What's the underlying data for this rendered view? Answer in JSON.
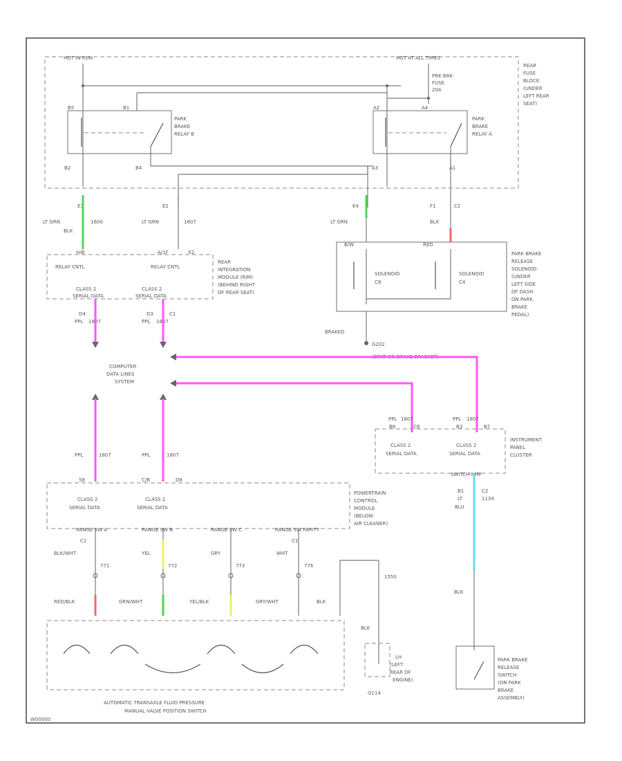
{
  "colors": {
    "green": "#4cd64c",
    "pink": "#ff55ff",
    "cyan": "#66dde6",
    "yellow": "#eef05a",
    "red": "#ee6a66",
    "line": "#7a7a7a"
  },
  "labels": {
    "hot_in_run": "HOT IN RUN",
    "hot_at_all_times": "HOT AT ALL TIMES",
    "fuse_line1": "PRK BRK",
    "fuse_line2": "FUSE",
    "fuse_line3": "20A",
    "rear_fuse_1": "REAR",
    "rear_fuse_2": "FUSE",
    "rear_fuse_3": "BLOCK",
    "rear_fuse_4": "(UNDER",
    "rear_fuse_5": "LEFT REAR",
    "rear_fuse_6": "SEAT)",
    "relay_b_1": "PARK",
    "relay_b_2": "BRAKE",
    "relay_b_3": "RELAY B",
    "relay_a_1": "PARK",
    "relay_a_2": "BRAKE",
    "relay_a_3": "RELAY A",
    "pin_b5": "B5",
    "pin_b1": "B1",
    "pin_b2": "B2",
    "pin_b4": "B4",
    "pin_a1": "A1",
    "pin_a2": "A2",
    "pin_a3": "A3",
    "pin_a4": "A4",
    "pin_e1": "E1",
    "pin_e2": "E2",
    "pin_e4": "E4",
    "pin_f1": "F1",
    "pin_c2": "C2",
    "pin_b1b": "B1",
    "pin_d4": "D4",
    "pin_d3": "D3",
    "pin_c1": "C1",
    "wire_lt_grn_1": "LT GRN",
    "wire_1600": "1600",
    "wire_blk": "BLK",
    "wire_lt_grn_2": "LT GRN",
    "wire_1607": "1607",
    "wire_lt_grn_3": "LT GRN",
    "wire_blk_2": "BLK",
    "rim_pin_1": "H/B",
    "rim_pin_2": "A/1F",
    "rim_pin_3": "X2",
    "relay_cntl_1": "RELAY CNTL",
    "relay_cntl_2": "RELAY CNTL",
    "rim_1": "REAR",
    "rim_2": "INTEGRATION",
    "rim_3": "MODULE (RIM)",
    "rim_4": "(BEHIND RIGHT",
    "rim_5": "OF REAR SEAT)",
    "class2_a": "CLASS 2",
    "serial_a": "SERIAL DATA",
    "class2_b": "CLASS 2",
    "serial_b": "SERIAL DATA",
    "ppl_1": "PPL",
    "ppl_1n": "1807",
    "ppl_2": "PPL",
    "ppl_2n": "1807",
    "sol_pin_1": "B/W",
    "sol_pin_2": "RED",
    "sol_1": "SOLENOID",
    "sol_1b": "C8",
    "sol_2": "SOLENOID",
    "sol_2b": "C4",
    "pbr_1": "PARK BRAKE",
    "pbr_2": "RELEASE",
    "pbr_3": "SOLENOID",
    "pbr_4": "(UNDER",
    "pbr_5": "LEFT SIDE",
    "pbr_6": "OF DASH",
    "pbr_7": "ON PARK",
    "pbr_8": "BRAKE",
    "pbr_9": "PEDAL)",
    "brake_ground": "BRAKED",
    "g_1": "G202",
    "g_2": "(BRKT ON BRAKE BRACKET)",
    "cdls_1": "COMPUTER",
    "cdls_2": "DATA LINES",
    "cdls_3": "SYSTEM",
    "ppl_3": "PPL",
    "ppl_3n": "1807",
    "ppl_4": "PPL",
    "ppl_4n": "1807",
    "ipc_ppl_1": "PPL",
    "ipc_ppl_1n": "1807",
    "ipc_ppl_2": "PPL",
    "ipc_ppl_2n": "1807",
    "ipc_pin_1": "B8",
    "ipc_pin_2": "C8",
    "ipc_pin_3": "B3",
    "ipc_pin_4": "B7",
    "ipc_class_1": "CLASS 2",
    "ipc_serial_1": "SERIAL DATA",
    "ipc_class_2": "CLASS 2",
    "ipc_serial_2": "SERIAL DATA",
    "ipc_1": "INSTRUMENT",
    "ipc_2": "PANEL",
    "ipc_3": "CLUSTER",
    "ipc_conn": "SWITCH AMP",
    "ipc_b1": "B1",
    "ipc_c2": "C2",
    "ipc_lt": "LT",
    "ipc_blu": "BLU",
    "ipc_num": "1134",
    "pcm_pin_1": "58",
    "pcm_pin_2": "C/B",
    "pcm_pin_3": "D8",
    "pcm_class_1": "CLASS 2",
    "pcm_serial_1": "SERIAL DATA",
    "pcm_class_2": "CLASS 2",
    "pcm_serial_2": "SERIAL DATA",
    "pcm_1": "POWERTRAIN",
    "pcm_2": "CONTROL",
    "pcm_3": "MODULE",
    "pcm_4": "(BELOW",
    "pcm_5": "AIR CLEANER)",
    "pcm_ckt_1": "RANGE SW A",
    "pcm_ckt_2": "RANGE SW B",
    "pcm_ckt_3": "RANGE SW C",
    "pcm_ckt_4": "RANGE SW PARITY",
    "c1_1": "C1",
    "c1_2": "C1",
    "w1": "BLK/WHT",
    "w1n": "771",
    "w2": "YEL",
    "w2n": "772",
    "w3": "GRY",
    "w3n": "773",
    "w4": "WHT",
    "w4n": "776",
    "t1": "RED/BLK",
    "t2": "GRN/WHT",
    "t3": "YEL/BLK",
    "t4": "GRY/WHT",
    "t5": "BLK",
    "t6": "1550",
    "tr_1": "AUTOMATIC TRANSAXLE FLUID PRESSURE",
    "tr_2": "MANUAL VALVE POSITION SWITCH",
    "gnd_blk": "BLK",
    "gnd_1": "LH",
    "gnd_2": "(LEFT",
    "gnd_3": "REAR OF",
    "gnd_4": "ENGINE)",
    "gnd_id": "G114",
    "sw_blk": "BLK",
    "pbs_1": "PARK BRAKE",
    "pbs_2": "RELEASE",
    "pbs_3": "SWITCH",
    "pbs_4": "(ON PARK",
    "pbs_5": "BRAKE",
    "pbs_6": "ASSEMBLY)",
    "fig": "W00000"
  }
}
